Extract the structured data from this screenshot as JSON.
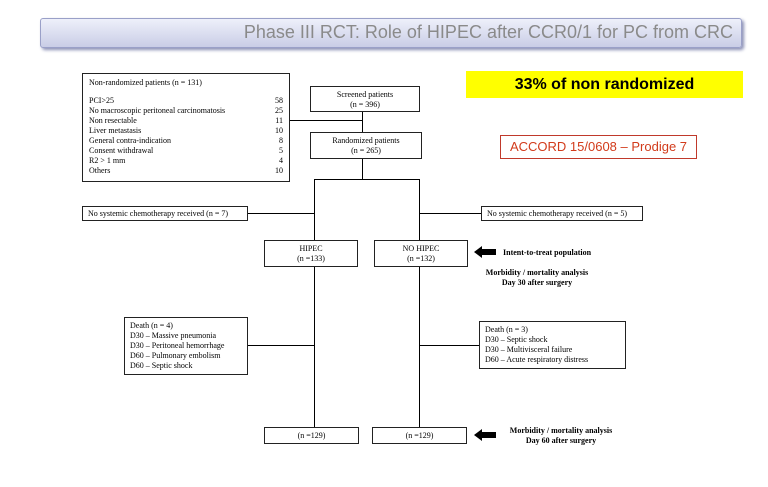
{
  "title": "Phase III RCT: Role of HIPEC after CCR0/1 for PC from CRC",
  "highlight": "33% of non randomized",
  "trial_label": "ACCORD 15/0608 – Prodige 7",
  "non_randomized": {
    "heading": "Non-randomized patients (n = 131)",
    "items": [
      {
        "label": "PCI>25",
        "value": "58"
      },
      {
        "label": "No macroscopic peritoneal carcinomatosis",
        "value": "25"
      },
      {
        "label": "Non resectable",
        "value": "11"
      },
      {
        "label": "Liver metastasis",
        "value": "10"
      },
      {
        "label": "General contra-indication",
        "value": "8"
      },
      {
        "label": "Consent withdrawal",
        "value": "5"
      },
      {
        "label": "R2 > 1 mm",
        "value": "4"
      },
      {
        "label": "Others",
        "value": "10"
      }
    ]
  },
  "screened": {
    "line1": "Screened patients",
    "line2": "(n = 396)"
  },
  "randomized": {
    "line1": "Randomized patients",
    "line2": "(n = 265)"
  },
  "no_chemo_left": "No systemic chemotherapy received (n = 7)",
  "no_chemo_right": "No systemic chemotherapy received (n = 5)",
  "hipec": {
    "line1": "HIPEC",
    "line2": "(n =133)"
  },
  "no_hipec": {
    "line1": "NO HIPEC",
    "line2": "(n =132)"
  },
  "itt_label": "Intent-to-treat population",
  "morbidity_30": {
    "line1": "Morbidity / mortality analysis",
    "line2": "Day 30 after surgery"
  },
  "death_left": {
    "heading": "Death (n = 4)",
    "items": [
      "D30 – Massive pneumonia",
      "D30 – Peritoneal hemorrhage",
      "D60 – Pulmonary embolism",
      "D60 – Septic shock"
    ]
  },
  "death_right": {
    "heading": "Death (n = 3)",
    "items": [
      "D30 – Septic shock",
      "D30 – Multivisceral failure",
      "D60 – Acute respiratory distress"
    ]
  },
  "final_left": "(n =129)",
  "final_right": "(n =129)",
  "morbidity_60": {
    "line1": "Morbidity / mortality analysis",
    "line2": "Day 60 after surgery"
  }
}
